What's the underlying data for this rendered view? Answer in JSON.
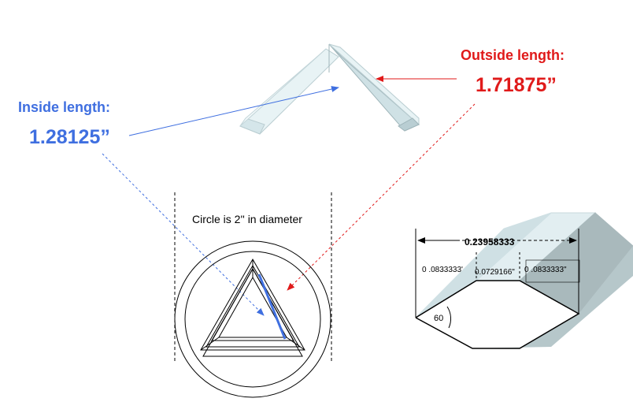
{
  "labels": {
    "inside_title": "Inside length:",
    "inside_value": "1.28125”",
    "outside_title": "Outside length:",
    "outside_value": "1.71875”",
    "circle_note": "Circle is 2'' in diameter",
    "dim_total": "0.23958333",
    "dim_left": "0 .0833333'",
    "dim_mid": "0.0729166\"",
    "dim_right": "0 .0833333\"",
    "angle": "60"
  },
  "colors": {
    "inside": "#3f6fe0",
    "outside": "#e01a1a",
    "stroke": "#000000",
    "bar_light": "#e6f2f4",
    "bar_mid": "#c9dfe3",
    "bar_dark": "#a9bcc0"
  }
}
